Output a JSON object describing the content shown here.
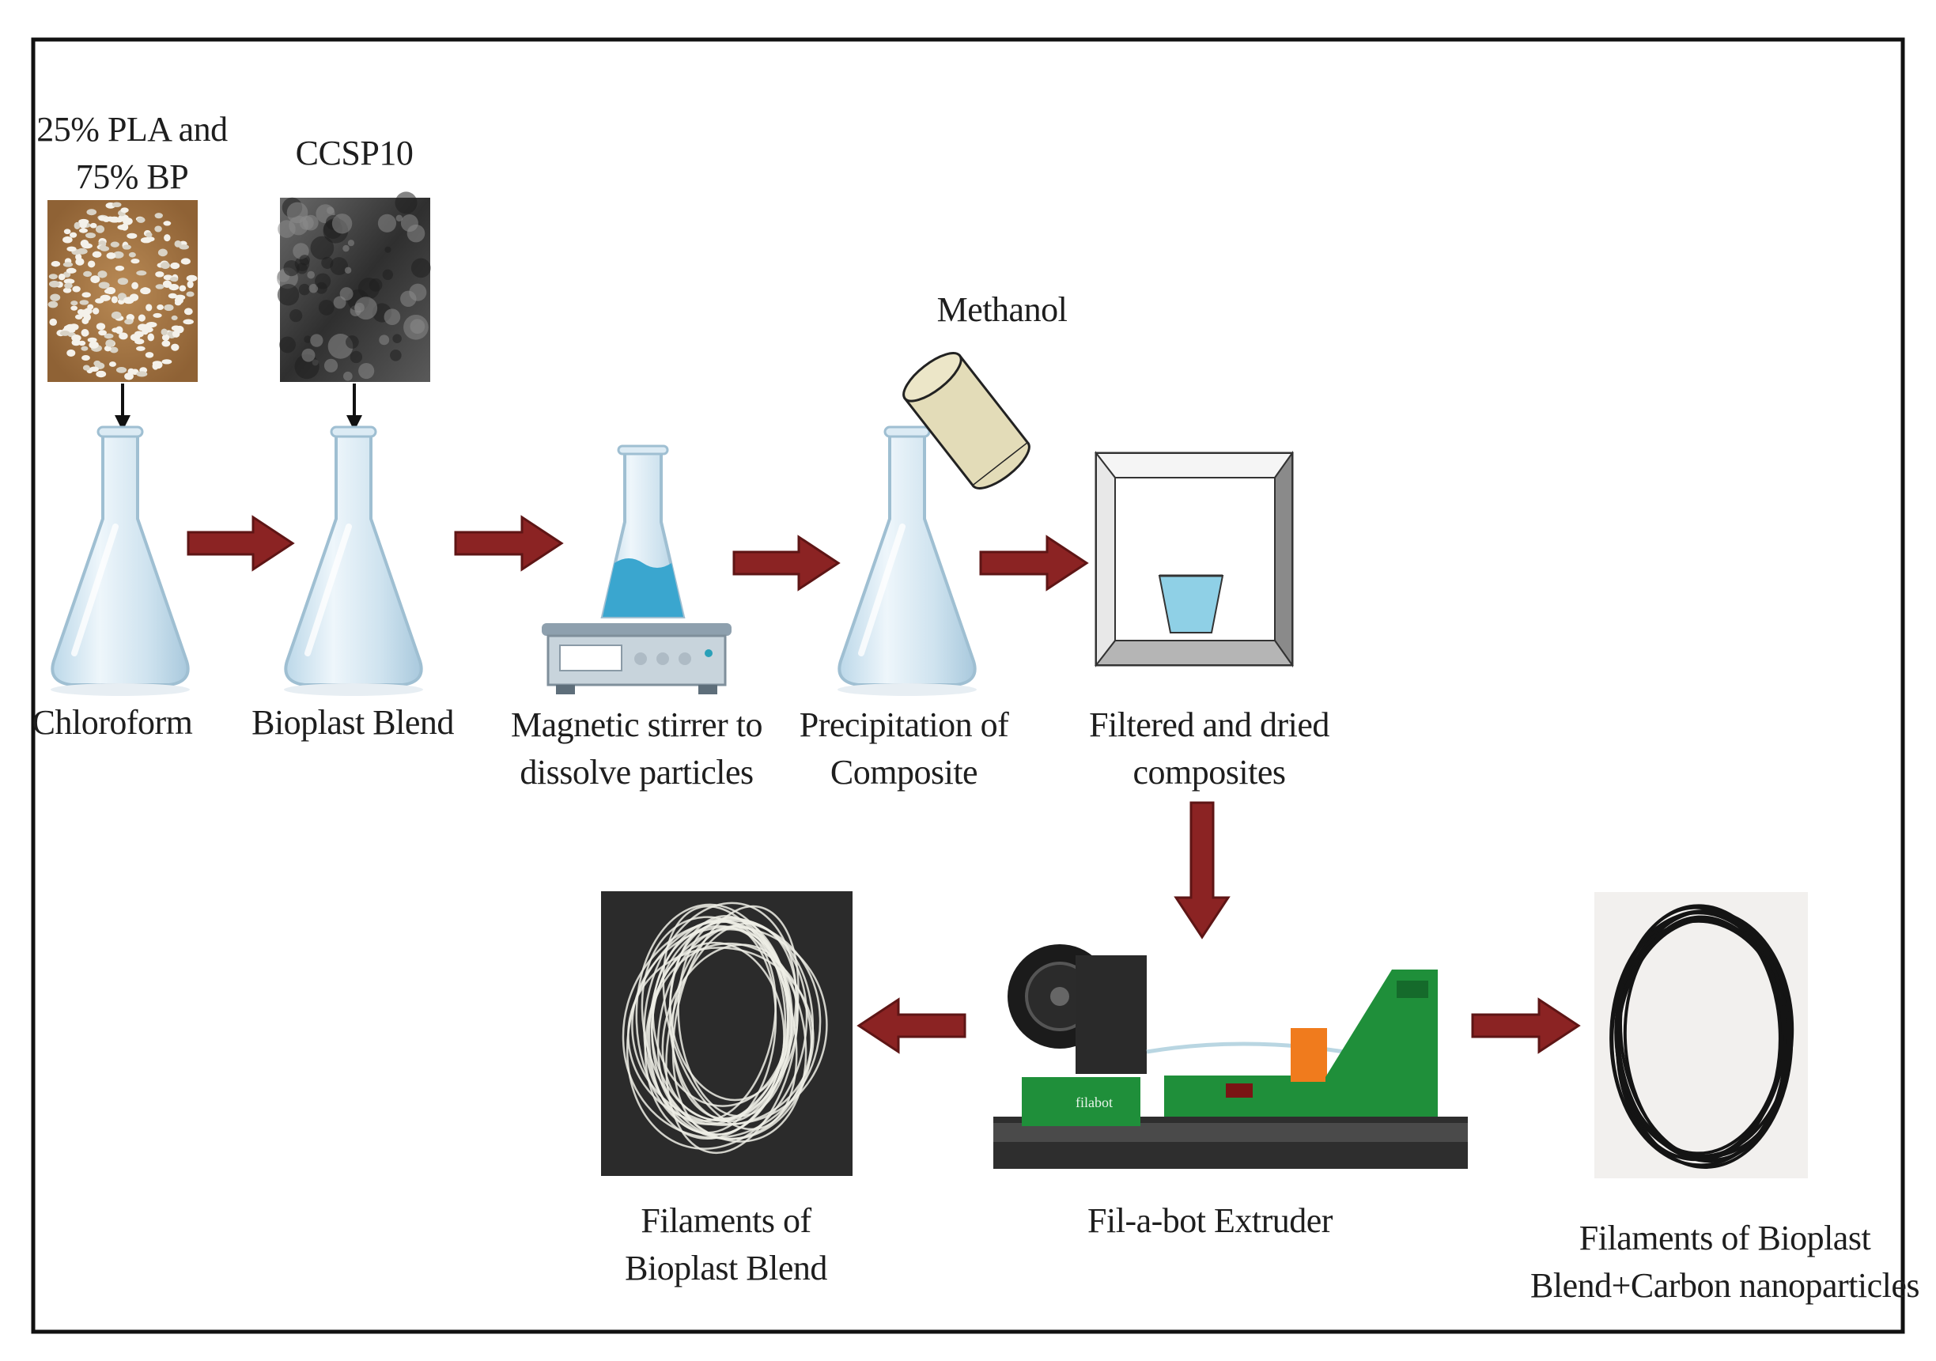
{
  "colors": {
    "arrow": "#8b2323",
    "arrow_stroke": "#5e1515",
    "frame": "#111111",
    "flask_glass": "#d3e6f1",
    "liquid": "#3aa6cf",
    "methanol": "#e3dcb8",
    "extruder_green": "#1f8f3a"
  },
  "labels": {
    "pla_bp": {
      "line1": "25% PLA and",
      "line2": "75% BP"
    },
    "ccsp": "CCSP10",
    "methanol": "Methanol",
    "chloroform": "Chloroform",
    "bioplast_blend": "Bioplast Blend",
    "stirrer": {
      "line1": "Magnetic stirrer to",
      "line2": "dissolve particles"
    },
    "precipitation": {
      "line1": "Precipitation of",
      "line2": "Composite"
    },
    "filtered": {
      "line1": "Filtered and dried",
      "line2": "composites"
    },
    "filaments_blend": {
      "line1": "Filaments of",
      "line2": "Bioplast Blend"
    },
    "extruder": "Fil-a-bot Extruder",
    "filaments_carbon": {
      "line1": "Filaments of Bioplast",
      "line2": "Blend+Carbon nanoparticles"
    }
  },
  "icons": {
    "pellets": "pla-pellets-photo",
    "sem": "ccsp10-sem-photo",
    "flask": "erlenmeyer-flask-icon",
    "stirrer": "magnetic-stirrer-icon",
    "methanol": "methanol-cylinder-icon",
    "oven": "drying-oven-icon",
    "extruder": "filabot-extruder-photo",
    "filaments_white": "white-filaments-photo",
    "filaments_black": "black-filaments-photo"
  },
  "extruder_brand": "filabot"
}
